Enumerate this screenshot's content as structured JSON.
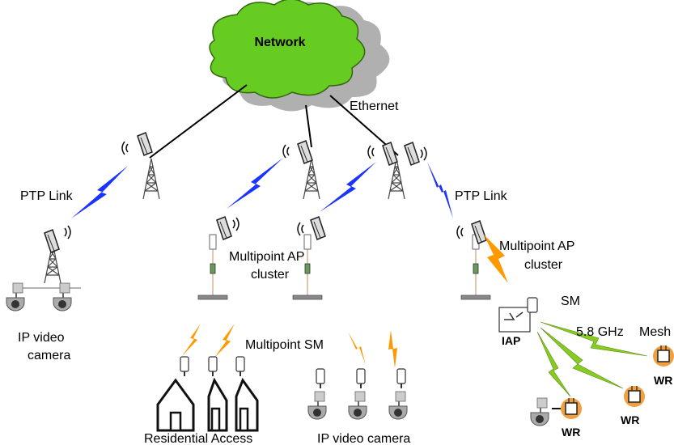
{
  "labels": {
    "network": "Network",
    "ethernet": "Ethernet",
    "ptp_left": "PTP Link",
    "ptp_right": "PTP Link",
    "ip_cam_left_1": "IP video",
    "ip_cam_left_2": "camera",
    "mp_ap_center_1": "Multipoint AP",
    "mp_ap_center_2": "cluster",
    "mp_ap_right_1": "Multipoint AP",
    "mp_ap_right_2": "cluster",
    "mp_sm": "Multipoint SM",
    "sm": "SM",
    "iap": "IAP",
    "ghz": "5.8 GHz",
    "mesh": "Mesh",
    "wr_1": "WR",
    "wr_2": "WR",
    "wr_3": "WR",
    "residential": "Residential Access",
    "ip_cam_bottom": "IP video camera"
  },
  "colors": {
    "cloud_fill": "#66cc22",
    "cloud_shadow": "#b0b0b0",
    "bolt_blue": "#1a33ff",
    "bolt_orange": "#ff9900",
    "bolt_green": "#88cc22",
    "wr_ring": "#f0a040"
  }
}
